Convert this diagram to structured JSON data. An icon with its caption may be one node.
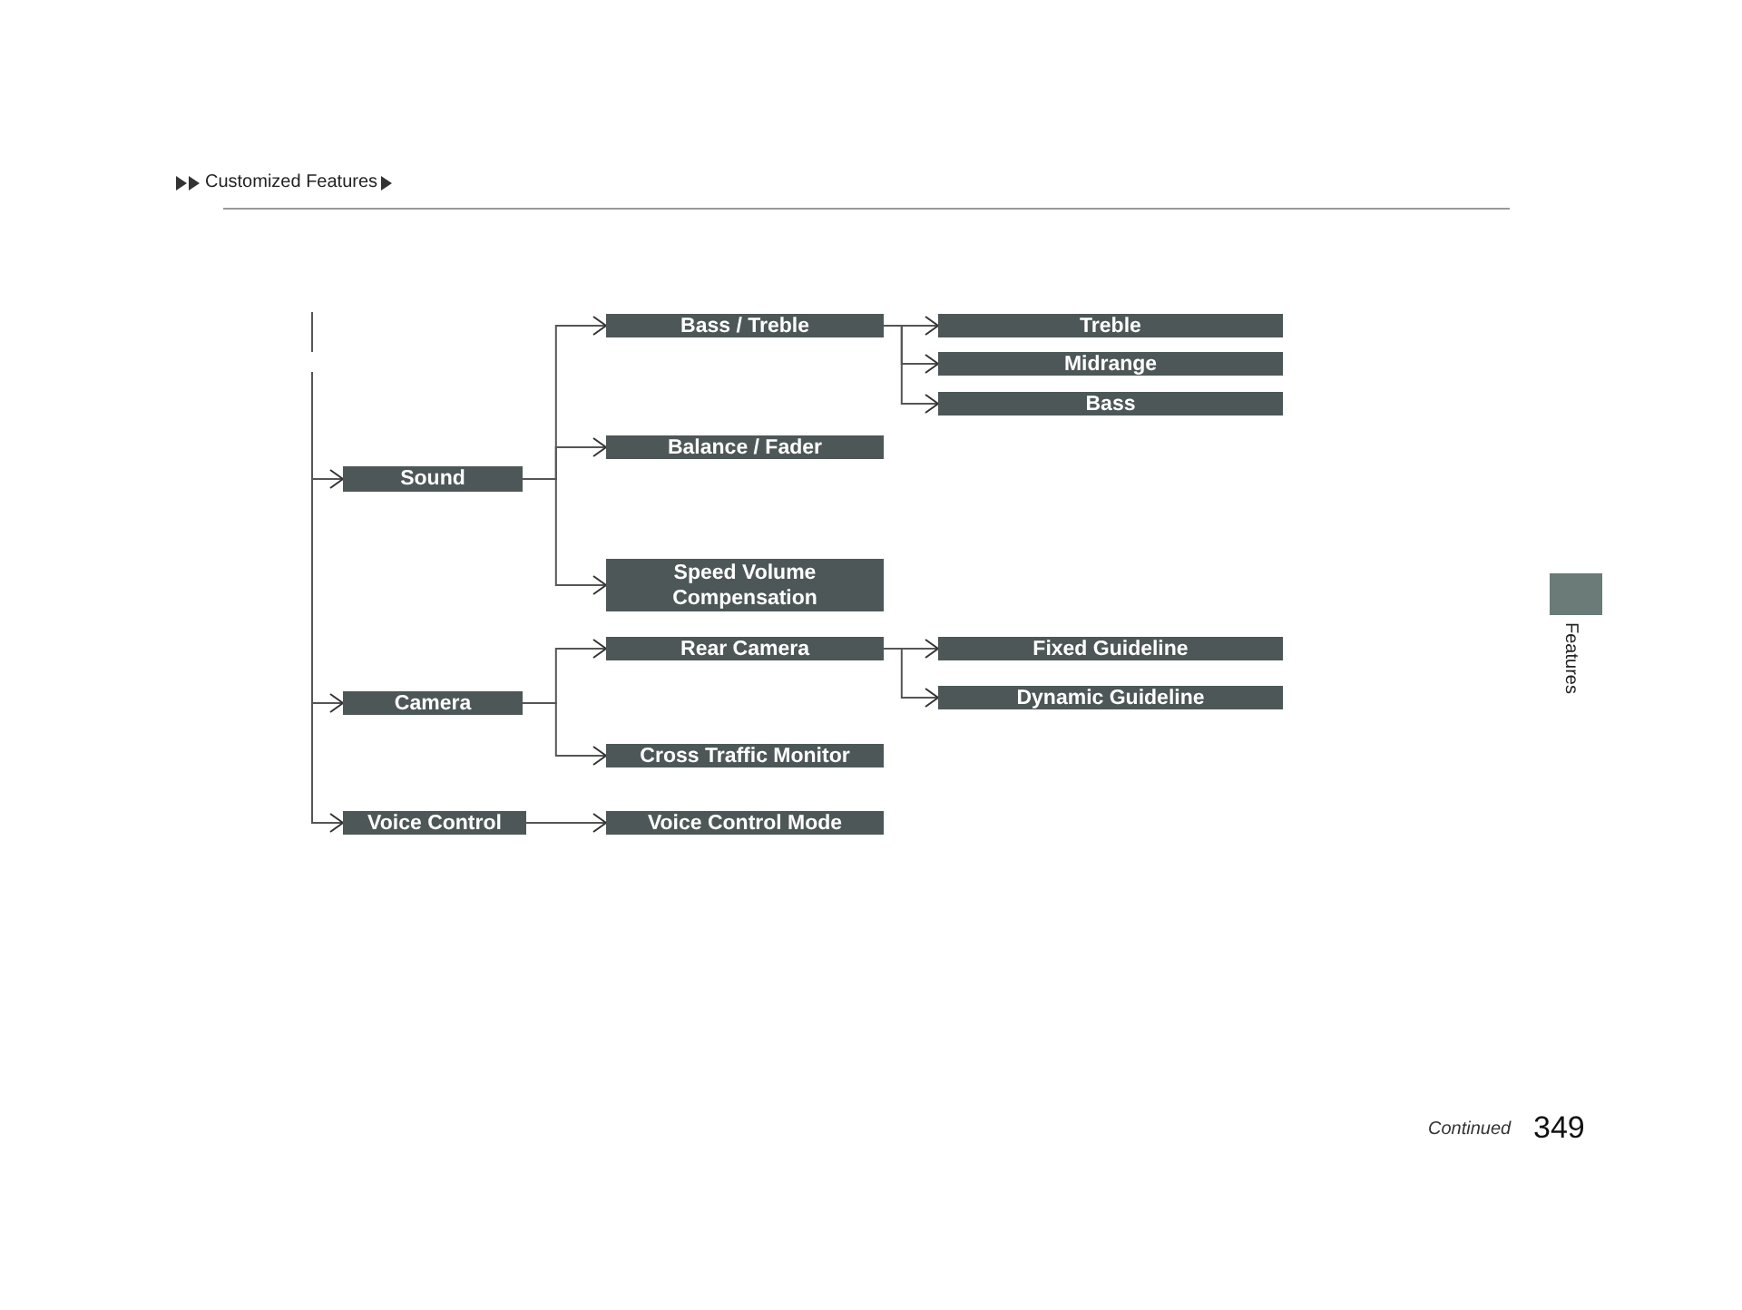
{
  "diagram": {
    "nodes": [
      {
        "text": [
          "Sound"
        ]
      },
      {
        "text": [
          "Camera"
        ]
      },
      {
        "text": [
          "Voice Control"
        ]
      },
      {
        "text": [
          "Bass / Treble"
        ]
      },
      {
        "text": [
          "Balance / Fader"
        ]
      },
      {
        "text": [
          "Speed Volume Compensation"
        ]
      },
      {
        "text": [
          "Rear Camera"
        ]
      },
      {
        "text": [
          "Cross Traffic Monitor"
        ]
      },
      {
        "text": [
          "Voice Control Mode"
        ]
      },
      {
        "text": [
          "Treble"
        ]
      },
      {
        "text": [
          "Midrange"
        ]
      },
      {
        "text": [
          "Bass"
        ]
      },
      {
        "text": [
          "Fixed Guideline"
        ]
      },
      {
        "text": [
          "Dynamic Guideline"
        ]
      }
    ],
    "edges": [
      {
        "from": null,
        "to": 0,
        "arrow": "to"
      },
      {
        "from": null,
        "to": 1,
        "arrow": "to"
      },
      {
        "from": null,
        "to": 2,
        "arrow": "to"
      },
      {
        "from": 0,
        "to": 3,
        "arrow": "to"
      },
      {
        "from": 0,
        "to": 4,
        "arrow": "to"
      },
      {
        "from": 0,
        "to": 5,
        "arrow": "to"
      },
      {
        "from": 1,
        "to": 6,
        "arrow": "to"
      },
      {
        "from": 1,
        "to": 7,
        "arrow": "to"
      },
      {
        "from": 2,
        "to": 8,
        "arrow": "to"
      },
      {
        "from": 3,
        "to": 9,
        "arrow": "to"
      },
      {
        "from": 3,
        "to": 10,
        "arrow": "to"
      },
      {
        "from": 3,
        "to": 11,
        "arrow": "to"
      },
      {
        "from": 6,
        "to": 12,
        "arrow": "to"
      },
      {
        "from": 6,
        "to": 13,
        "arrow": "to"
      }
    ],
    "labels": [
      "Customized Features",
      "Features",
      "Continued",
      "349"
    ]
  }
}
